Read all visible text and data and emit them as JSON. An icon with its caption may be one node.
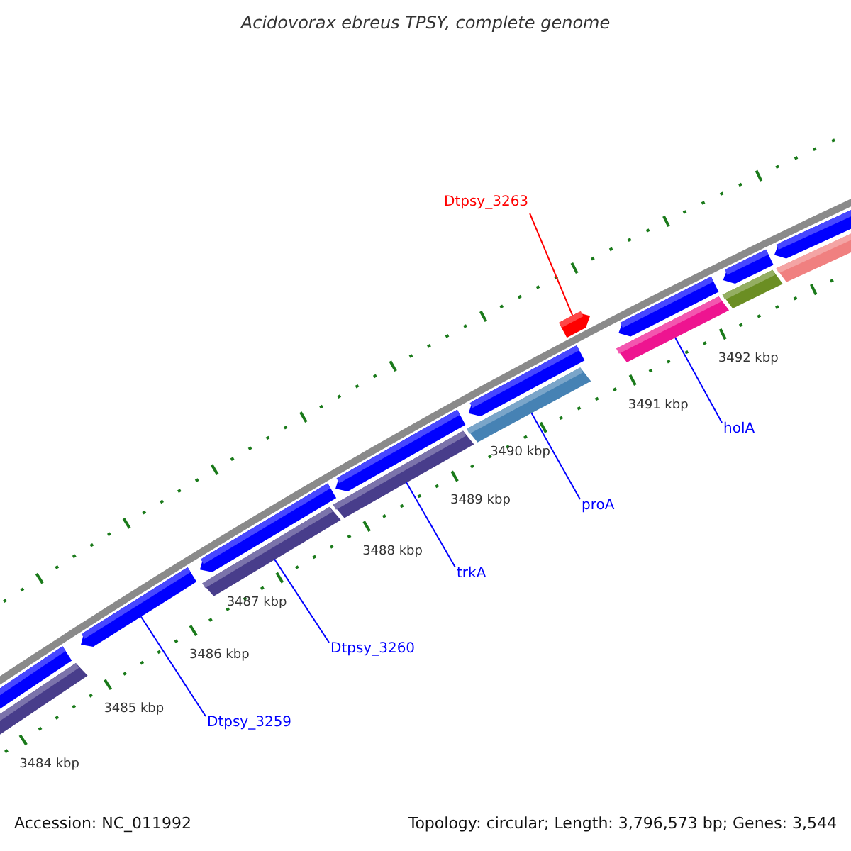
{
  "diagram": {
    "title": "Acidovorax ebreus TPSY, complete genome",
    "nodes": [
      {
        "text": [
          "Dtpsy_3263"
        ]
      },
      {
        "text": [],
        "shape": "arrow"
      },
      {
        "text": [
          "holA"
        ]
      },
      {
        "text": [],
        "shape": "bar"
      },
      {
        "text": [
          "proA"
        ]
      },
      {
        "text": [],
        "shape": "bar"
      },
      {
        "text": [
          "trkA"
        ]
      },
      {
        "text": [],
        "shape": "bar"
      },
      {
        "text": [
          "Dtpsy_3260"
        ]
      },
      {
        "text": [],
        "shape": "bar"
      },
      {
        "text": [
          "Dtpsy_3259"
        ]
      },
      {
        "text": [],
        "shape": "arrow"
      }
    ],
    "edges": [
      {
        "from": 0,
        "to": 1,
        "arrow": "none",
        "color": "#ff0000"
      },
      {
        "from": 2,
        "to": 3,
        "arrow": "none"
      },
      {
        "from": 4,
        "to": 5,
        "arrow": "none"
      },
      {
        "from": 6,
        "to": 7,
        "arrow": "none"
      },
      {
        "from": 8,
        "to": 9,
        "arrow": "none"
      },
      {
        "from": 10,
        "to": 11,
        "arrow": "none"
      }
    ],
    "labels": [
      "3492 kbp",
      "3491 kbp",
      "3490 kbp",
      "3489 kbp",
      "3488 kbp",
      "3487 kbp",
      "3486 kbp",
      "3485 kbp",
      "3484 kbp",
      "Accession: NC_011992",
      "Topology: circular; Length: 3,796,573 bp; Genes: 3,544"
    ]
  }
}
